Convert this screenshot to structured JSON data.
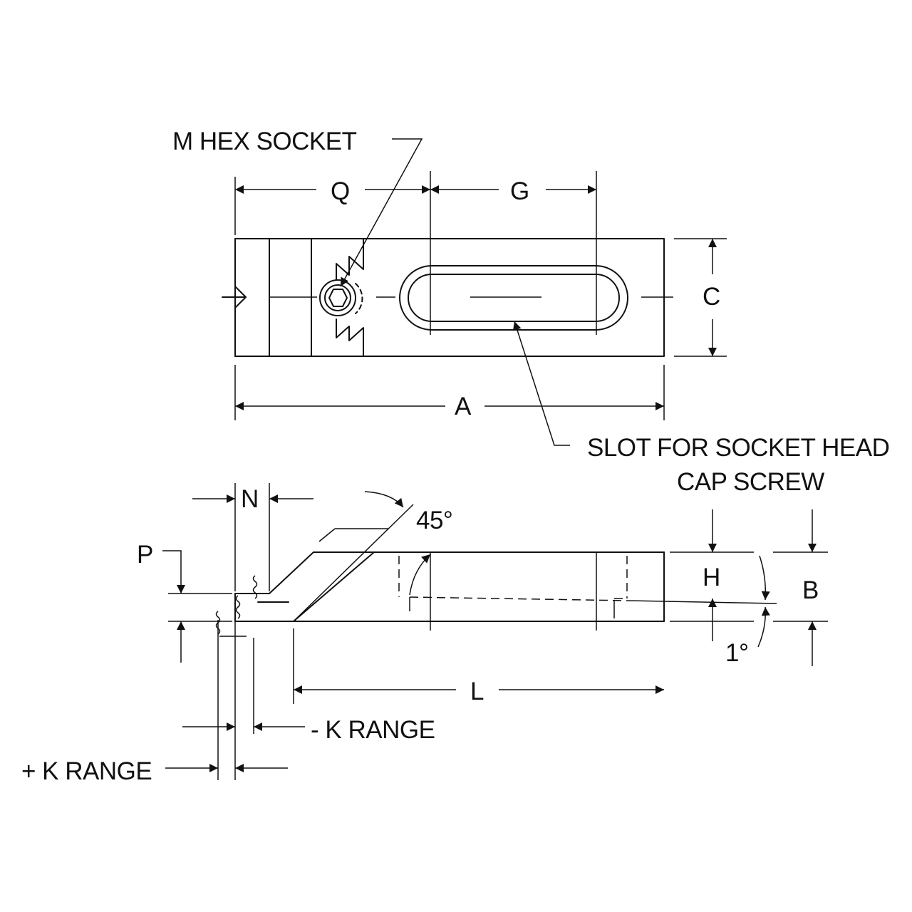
{
  "labels": {
    "m_hex_socket": "M HEX SOCKET",
    "q": "Q",
    "g": "G",
    "c": "C",
    "a": "A",
    "slot_line1": "SLOT FOR SOCKET HEAD",
    "slot_line2": "CAP SCREW",
    "n": "N",
    "angle_45": "45°",
    "p": "P",
    "h": "H",
    "b": "B",
    "angle_1": "1°",
    "l": "L",
    "minus_k_range": "- K RANGE",
    "plus_k_range": "+ K RANGE"
  }
}
